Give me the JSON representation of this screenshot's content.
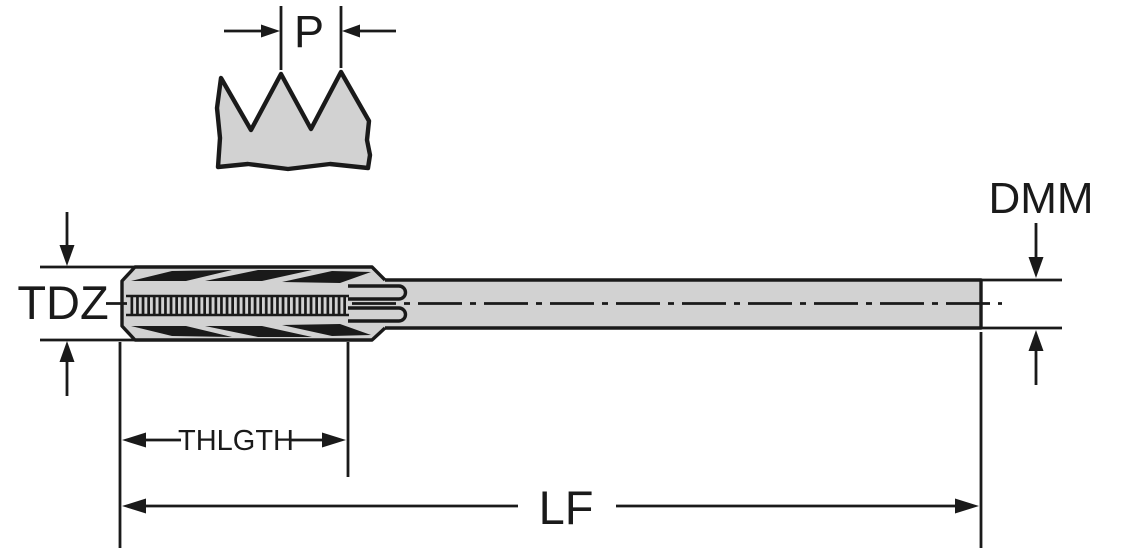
{
  "diagram": {
    "labels": {
      "pitch": "P",
      "thread_diameter": "TDZ",
      "shank_diameter": "DMM",
      "thread_length": "THLGTH",
      "overall_length": "LF"
    },
    "colors": {
      "background": "#ffffff",
      "body_fill": "#d2d2d2",
      "line": "#1a1a1a"
    }
  }
}
